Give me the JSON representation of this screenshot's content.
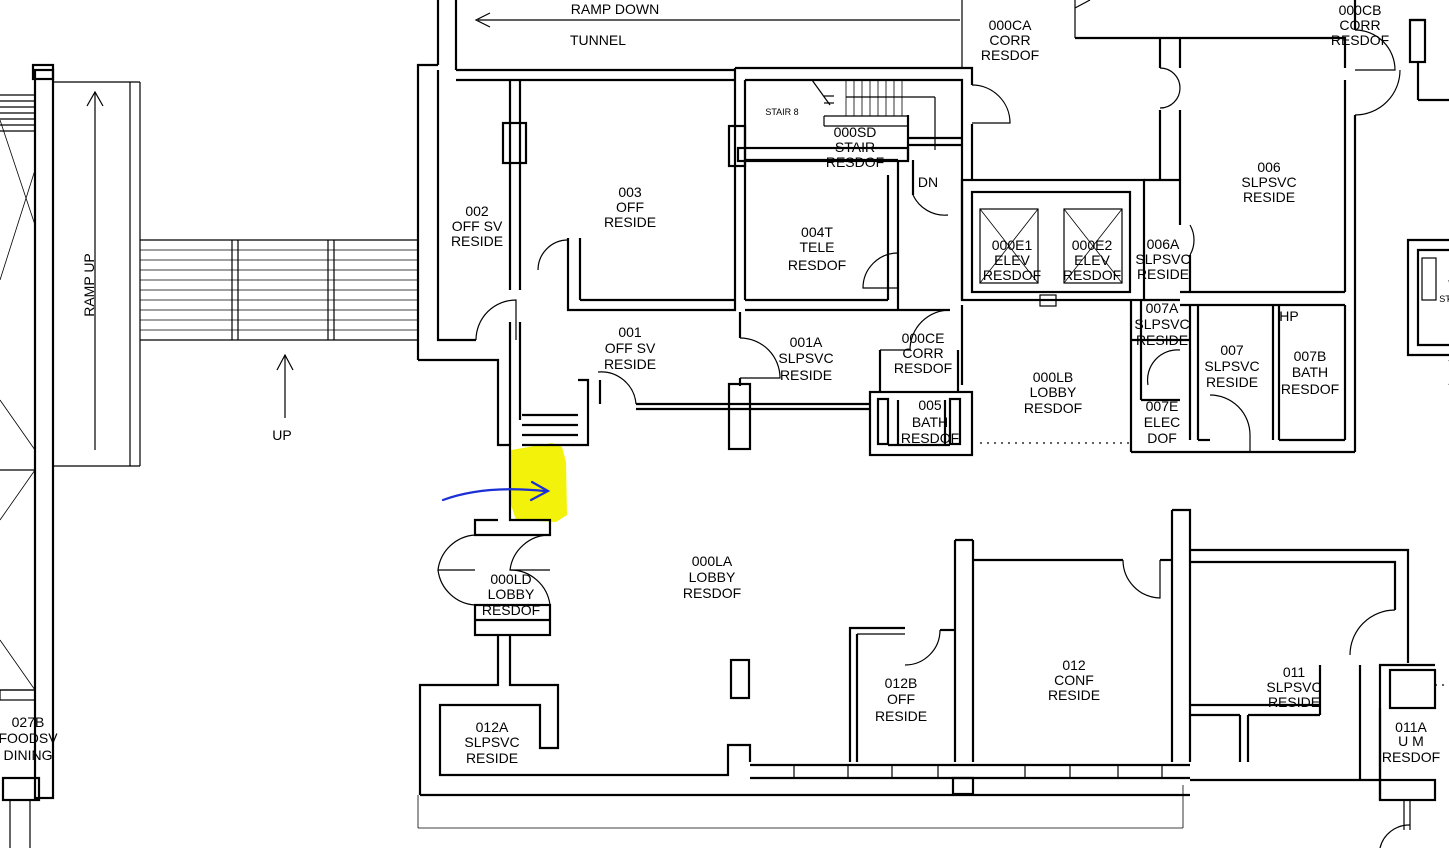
{
  "floor_plan": {
    "circulation_labels": {
      "ramp_down": "RAMP DOWN",
      "tunnel": "TUNNEL",
      "ramp_up": "RAMP UP",
      "up": "UP",
      "dn": "DN",
      "stair_8": "STAIR 8",
      "hp": "HP",
      "st": "ST"
    },
    "rooms": {
      "r000CA": [
        "000CA",
        "CORR",
        "RESDOF"
      ],
      "r000CB": [
        "000CB",
        "CORR",
        "RESDOF"
      ],
      "r002": [
        "002",
        "OFF SV",
        "RESIDE"
      ],
      "r003": [
        "003",
        "OFF",
        "RESIDE"
      ],
      "r000SD": [
        "000SD",
        "STAIR",
        "RESDOF"
      ],
      "r004T": [
        "004T",
        "TELE",
        "RESDOF"
      ],
      "r000E1": [
        "000E1",
        "ELEV",
        "RESDOF"
      ],
      "r000E2": [
        "000E2",
        "ELEV",
        "RESDOF"
      ],
      "r006": [
        "006",
        "SLPSVC",
        "RESIDE"
      ],
      "r006A": [
        "006A",
        "SLPSVC",
        "RESIDE"
      ],
      "r007A": [
        "007A",
        "SLPSVC",
        "RESIDE"
      ],
      "r001": [
        "001",
        "OFF SV",
        "RESIDE"
      ],
      "r001A": [
        "001A",
        "SLPSVC",
        "RESIDE"
      ],
      "r000CE": [
        "000CE",
        "CORR",
        "RESDOF"
      ],
      "r000LB": [
        "000LB",
        "LOBBY",
        "RESDOF"
      ],
      "r007": [
        "007",
        "SLPSVC",
        "RESIDE"
      ],
      "r007B": [
        "007B",
        "BATH",
        "RESDOF"
      ],
      "r005": [
        "005",
        "BATH",
        "RESDOF"
      ],
      "r007E": [
        "007E",
        "ELEC",
        "DOF"
      ],
      "r000LA": [
        "000LA",
        "LOBBY",
        "RESDOF"
      ],
      "r000LD": [
        "000LD",
        "LOBBY",
        "RESDOF"
      ],
      "r012B": [
        "012B",
        "OFF",
        "RESIDE"
      ],
      "r012": [
        "012",
        "CONF",
        "RESIDE"
      ],
      "r011": [
        "011",
        "SLPSVC",
        "RESIDE"
      ],
      "r011A": [
        "011A",
        "U M",
        "RESDOF"
      ],
      "r012A": [
        "012A",
        "SLPSVC",
        "RESIDE"
      ],
      "r027B": [
        "027B",
        "FOODSV",
        "DINING"
      ]
    },
    "annotation": {
      "highlight_color": "#f2f20a",
      "arrow_color": "#1b2fd6"
    }
  }
}
